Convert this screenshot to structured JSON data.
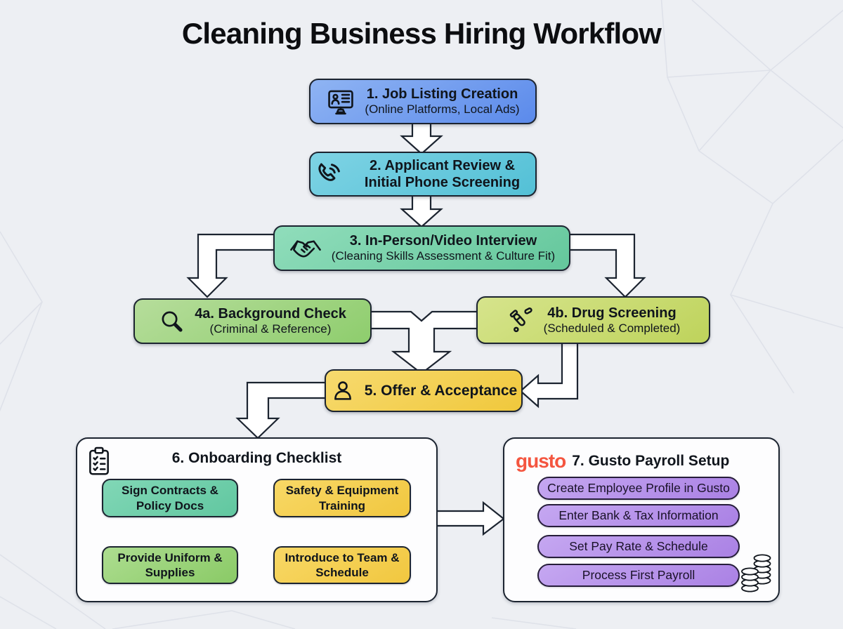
{
  "title": "Cleaning Business Hiring Workflow",
  "background_color": "#edeff3",
  "border_color": "#1c2430",
  "steps": [
    {
      "id": "1",
      "label": "1. Job Listing Creation",
      "sublabel": "(Online Platforms, Local Ads)",
      "icon": "monitor-profile-icon",
      "color": "#6d9cee"
    },
    {
      "id": "2",
      "label": "2. Applicant Review & Initial Phone Screening",
      "sublabel": "",
      "icon": "phone-icon",
      "color": "#63c9dc"
    },
    {
      "id": "3",
      "label": "3. In-Person/Video Interview",
      "sublabel": "(Cleaning Skills Assessment & Culture Fit)",
      "icon": "handshake-icon",
      "color": "#79cfa8"
    },
    {
      "id": "4a",
      "label": "4a. Background Check",
      "sublabel": "(Criminal & Reference)",
      "icon": "magnifier-icon",
      "color": "#9ed380"
    },
    {
      "id": "4b",
      "label": "4b. Drug Screening",
      "sublabel": "(Scheduled & Completed)",
      "icon": "drug-test-icon",
      "color": "#c9da6e"
    },
    {
      "id": "5",
      "label": "5. Offer & Acceptance",
      "sublabel": "",
      "icon": "person-icon",
      "color": "#f4d058"
    }
  ],
  "onboarding": {
    "title": "6. Onboarding Checklist",
    "icon": "clipboard-checklist-icon",
    "items": [
      {
        "label": "Sign Contracts & Policy Docs",
        "color": "#6fceac"
      },
      {
        "label": "Safety & Equipment Training",
        "color": "#f5cf52"
      },
      {
        "label": "Provide Uniform & Supplies",
        "color": "#9ad47e"
      },
      {
        "label": "Introduce to Team & Schedule",
        "color": "#f5cf52"
      }
    ]
  },
  "payroll": {
    "brand": "gusto",
    "brand_color": "#f4553f",
    "title": "7. Gusto Payroll Setup",
    "icon": "coins-icon",
    "step_color": "#b48fe8",
    "steps": [
      "Create Employee Profile in Gusto",
      "Enter Bank & Tax Information",
      "Set Pay Rate & Schedule",
      "Process First Payroll"
    ]
  }
}
